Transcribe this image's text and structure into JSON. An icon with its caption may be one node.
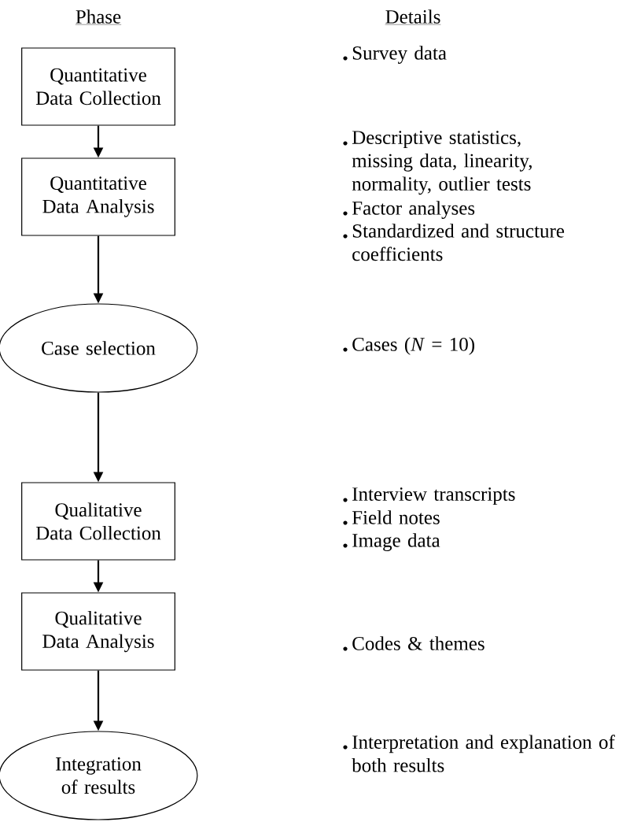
{
  "diagram": {
    "nodes": [
      {
        "text": [
          "Quantitative Data Collection"
        ]
      },
      {
        "text": [
          "Quantitative Data Analysis"
        ]
      },
      {
        "text": [
          "Case selection"
        ]
      },
      {
        "text": [
          "Qualitative Data Collection"
        ]
      },
      {
        "text": [
          "Qualitative Data Analysis"
        ]
      },
      {
        "text": [
          "Integration of results"
        ]
      }
    ],
    "edges": [
      {
        "from": 0,
        "to": 1,
        "arrow": "to"
      },
      {
        "from": 1,
        "to": 2,
        "arrow": "to"
      },
      {
        "from": 2,
        "to": 3,
        "arrow": "to"
      },
      {
        "from": 3,
        "to": 4,
        "arrow": "to"
      },
      {
        "from": 4,
        "to": 5,
        "arrow": "to"
      }
    ],
    "labels": [
      "Phase",
      "Details",
      "Survey data",
      "Descriptive statistics, missing data, linearity, normality, outlier tests",
      "Factor analyses",
      "Standardized and structure coefficients",
      "Cases (*N* = 10)",
      "Interview transcripts",
      "Field notes",
      "Image data",
      "Codes & themes",
      "Interpretation and explanation of both results"
    ]
  }
}
